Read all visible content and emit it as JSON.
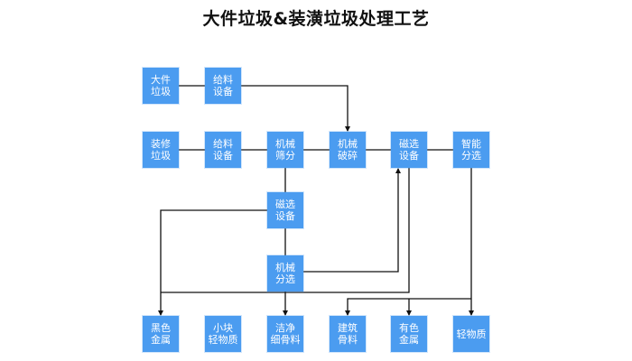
{
  "title": "大件垃圾&装潢垃圾处理工艺",
  "colors": {
    "box": "#4b9cf0",
    "box_text": "#ffffff",
    "line": "#111111"
  },
  "nodes": {
    "bulky_waste": "大件\n垃圾",
    "feeder_1": "给料\n设备",
    "decoration_waste": "装修\n垃圾",
    "feeder_2": "给料\n设备",
    "mech_screening": "机械\n筛分",
    "mech_crushing": "机械\n破碎",
    "magnetic_sep_1": "磁选\n设备",
    "smart_sorting": "智能\n分选",
    "magnetic_sep_2": "磁选\n设备",
    "mech_sorting": "机械\n分选",
    "ferrous_metal": "黑色\n金属",
    "small_light": "小块\n轻物质",
    "clean_fine": "洁净\n细骨料",
    "building_aggregate": "建筑\n骨料",
    "nonferrous_metal": "有色\n金属",
    "light_material": "轻物质"
  },
  "edges": [
    [
      "bulky_waste",
      "feeder_1"
    ],
    [
      "feeder_1",
      "mech_crushing"
    ],
    [
      "decoration_waste",
      "feeder_2"
    ],
    [
      "feeder_2",
      "mech_screening"
    ],
    [
      "mech_screening",
      "mech_crushing"
    ],
    [
      "mech_crushing",
      "magnetic_sep_1"
    ],
    [
      "magnetic_sep_1",
      "smart_sorting"
    ],
    [
      "mech_screening",
      "magnetic_sep_2"
    ],
    [
      "magnetic_sep_2",
      "mech_sorting"
    ],
    [
      "magnetic_sep_2",
      "ferrous_metal"
    ],
    [
      "mech_sorting",
      "magnetic_sep_1"
    ],
    [
      "mech_sorting",
      "clean_fine"
    ],
    [
      "magnetic_sep_1",
      "ferrous_metal"
    ],
    [
      "smart_sorting",
      "building_aggregate"
    ],
    [
      "smart_sorting",
      "nonferrous_metal"
    ],
    [
      "smart_sorting",
      "light_material"
    ]
  ]
}
